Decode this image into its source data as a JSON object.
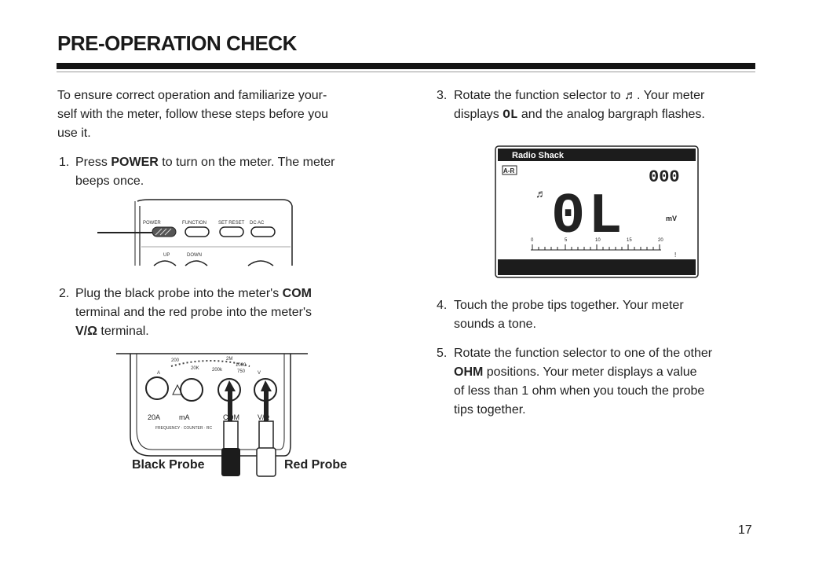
{
  "header": {
    "title": "PRE-OPERATION CHECK"
  },
  "left": {
    "intro": "To ensure correct operation and familiarize your-self with the meter, follow these steps before you use it.",
    "intro_lines": [
      "To ensure correct operation and familiarize your-",
      "self with the meter, follow these steps before you",
      "use it."
    ],
    "step1": {
      "num": "1.",
      "pre": "Press ",
      "bold": "POWER",
      "post": " to turn on the meter. The meter",
      "line2": "beeps once."
    },
    "step2": {
      "num": "2.",
      "line1_pre": "Plug the black probe into the meter's ",
      "line1_bold": "COM",
      "line2": "terminal and the red probe into the meter's",
      "line3_bold": "V/Ω",
      "line3_post": " terminal."
    },
    "figure1": {
      "labels": [
        "POWER",
        "FUNCTION",
        "SET RESET",
        "DC AC",
        "UP",
        "DOWN"
      ]
    },
    "figure2": {
      "labels": [
        "20A",
        "mA",
        "COM",
        "V/Ω",
        "A",
        "V",
        "200",
        "20K",
        "2M",
        "200k",
        "1000",
        "750",
        "FREQUENCY · COUNTER · RC"
      ],
      "black_probe": "Black Probe",
      "red_probe": "Red Probe"
    }
  },
  "right": {
    "step3": {
      "num": "3.",
      "line1": "Rotate the function selector to ♬. Your meter",
      "line2_pre": "displays ",
      "line2_mono": "OL",
      "line2_post": " and the analog bargraph flashes."
    },
    "display": {
      "brand": "Radio Shack",
      "range_badge": "A-R",
      "digits_small": "000",
      "reading": "0L",
      "unit": "mV",
      "scale": [
        "0",
        "5",
        "10",
        "15",
        "20"
      ]
    },
    "step4": {
      "num": "4.",
      "line1": "Touch the probe tips together. Your meter",
      "line2": "sounds a tone."
    },
    "step5": {
      "num": "5.",
      "line1": "Rotate the function selector to one of the other",
      "line2_bold": "OHM",
      "line2_post": " positions. Your meter displays a value",
      "line3": "of less than 1 ohm when you touch the probe",
      "line4": "tips together."
    }
  },
  "footer": {
    "page": "17"
  }
}
